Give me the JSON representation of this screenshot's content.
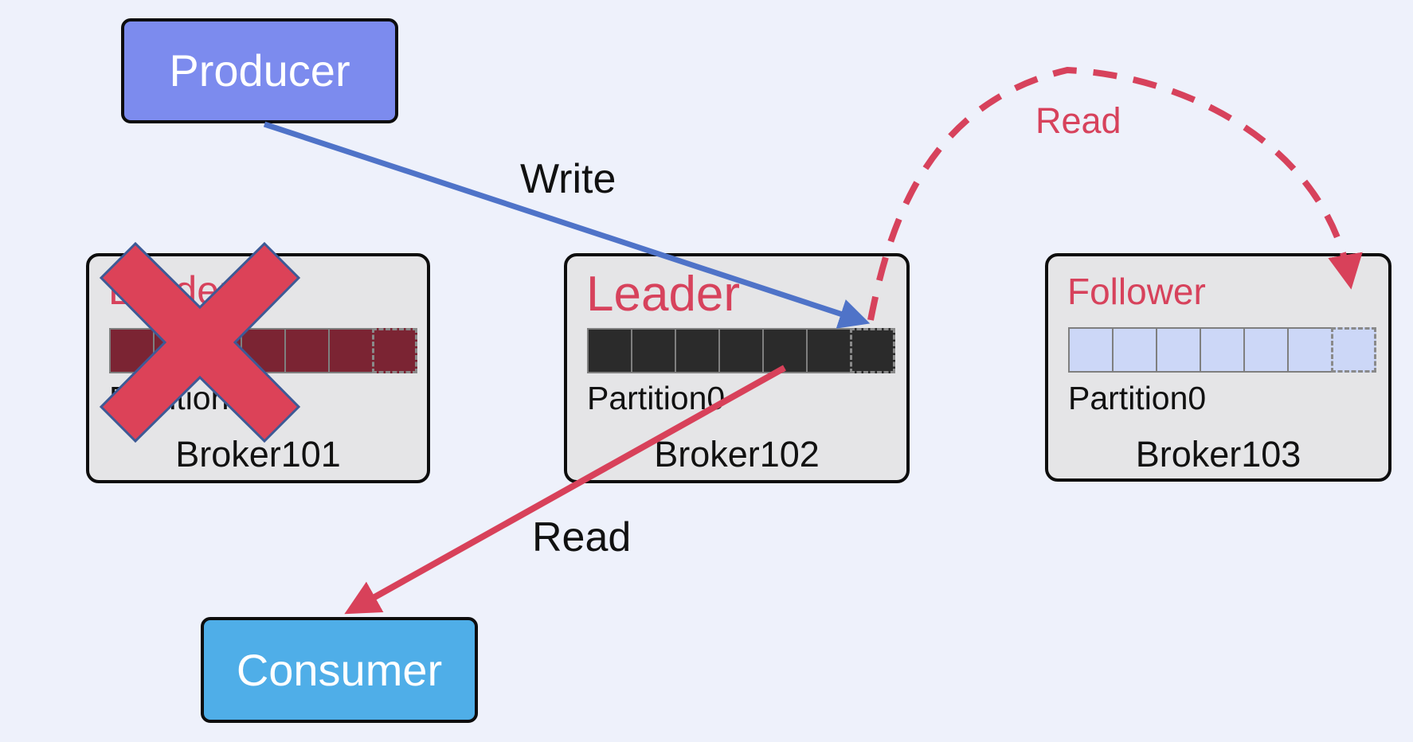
{
  "canvas": {
    "background": "#eef1fb"
  },
  "producer": {
    "label": "Producer",
    "fill": "#7c8bee"
  },
  "consumer": {
    "label": "Consumer",
    "fill": "#4faee8"
  },
  "brokers": [
    {
      "role": "Leader",
      "partition_label": "Partition0",
      "name": "Broker101",
      "segments": 7,
      "segment_fill": "#7b2433",
      "failed": true
    },
    {
      "role": "Leader",
      "partition_label": "Partition0",
      "name": "Broker102",
      "segments": 7,
      "segment_fill": "#2b2b2b",
      "failed": false
    },
    {
      "role": "Follower",
      "partition_label": "Partition0",
      "name": "Broker103",
      "segments": 7,
      "segment_fill": "#ccd7f7",
      "failed": false
    }
  ],
  "edges": {
    "write": {
      "label": "Write",
      "color": "#4f73c8",
      "style": "solid"
    },
    "read": {
      "label": "Read",
      "color": "#d8415a",
      "style": "solid"
    },
    "replica_read": {
      "label": "Read",
      "color": "#d7425c",
      "style": "dashed"
    }
  },
  "cross": {
    "fill": "#dc4258",
    "stroke": "#3d5a96"
  },
  "colors": {
    "box_fill": "#e5e5e7",
    "role_text": "#d7425c",
    "segment_border": "#7f7f7f",
    "node_border": "#0d0d0d"
  }
}
